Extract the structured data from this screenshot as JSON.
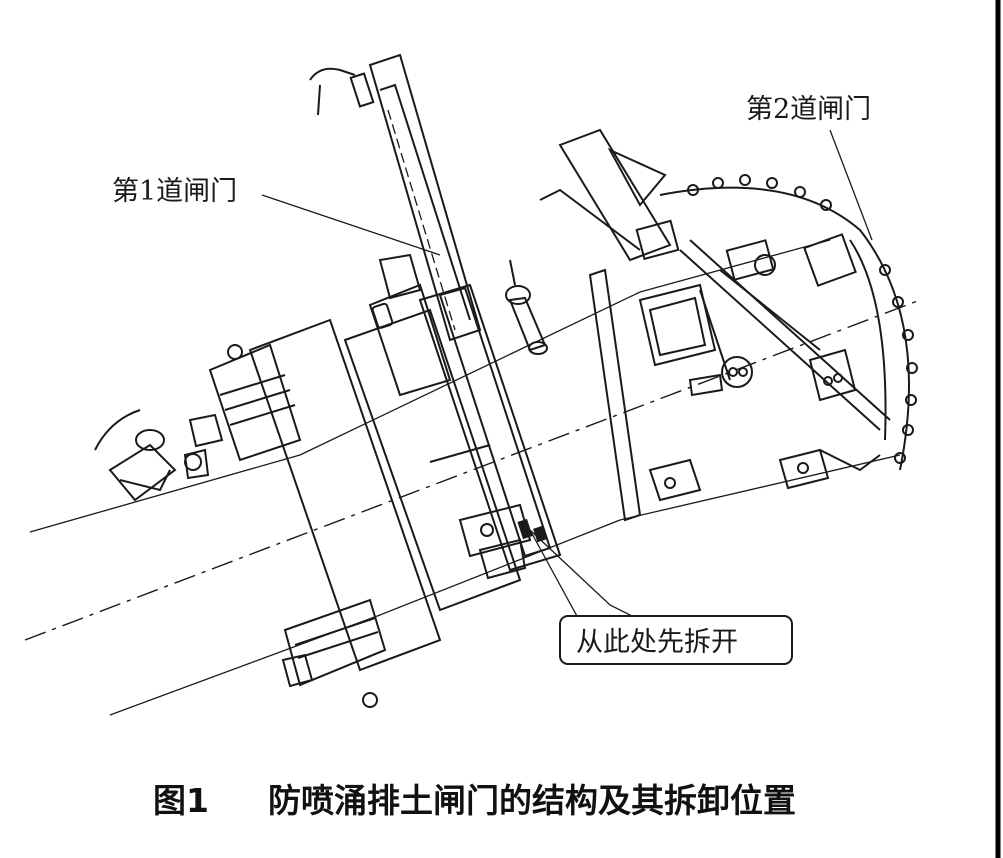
{
  "labels": {
    "gate1": "第1道闸门",
    "gate2": "第2道闸门",
    "remove_first": "从此处先拆开"
  },
  "caption": {
    "number": "图1",
    "text": "防喷涌排土闸门的结构及其拆卸位置"
  }
}
